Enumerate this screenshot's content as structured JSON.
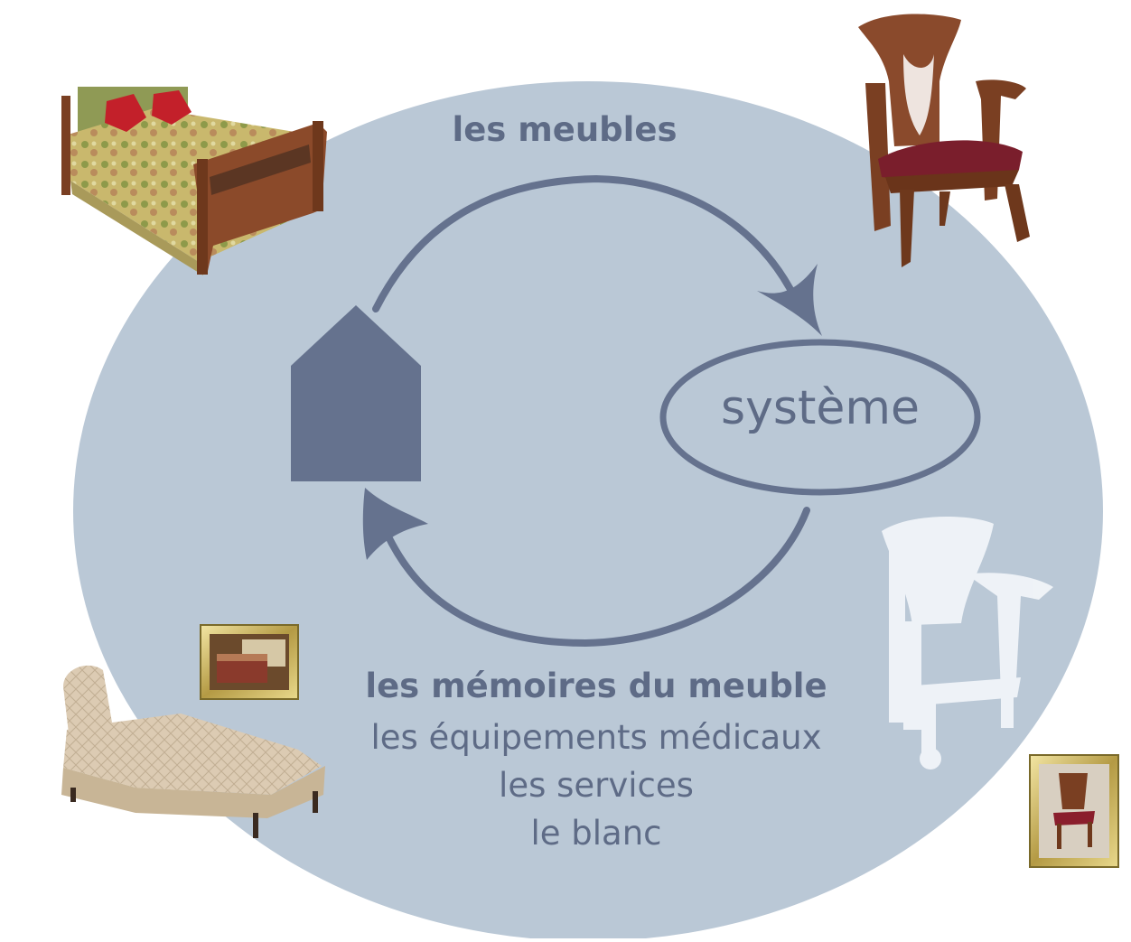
{
  "colors": {
    "circle": "#bac8d6",
    "shape": "#65728e",
    "text": "#5e6b86",
    "ghost_chair": "#f3f6fa"
  },
  "diagram": {
    "top_label": "les meubles",
    "node_right": "système",
    "bottom_title": "les mémoires du meuble",
    "bottom_lines": [
      "les équipements médicaux",
      "les services",
      "le blanc"
    ]
  },
  "icons": {
    "house": "house-icon",
    "bed": "bed-image",
    "armchair": "armchair-image",
    "medical_bed": "medical-bed-image",
    "ghost_chair": "ghost-chair-image",
    "framed_bedroom": "framed-bedroom-image",
    "framed_chair": "framed-chair-image"
  }
}
